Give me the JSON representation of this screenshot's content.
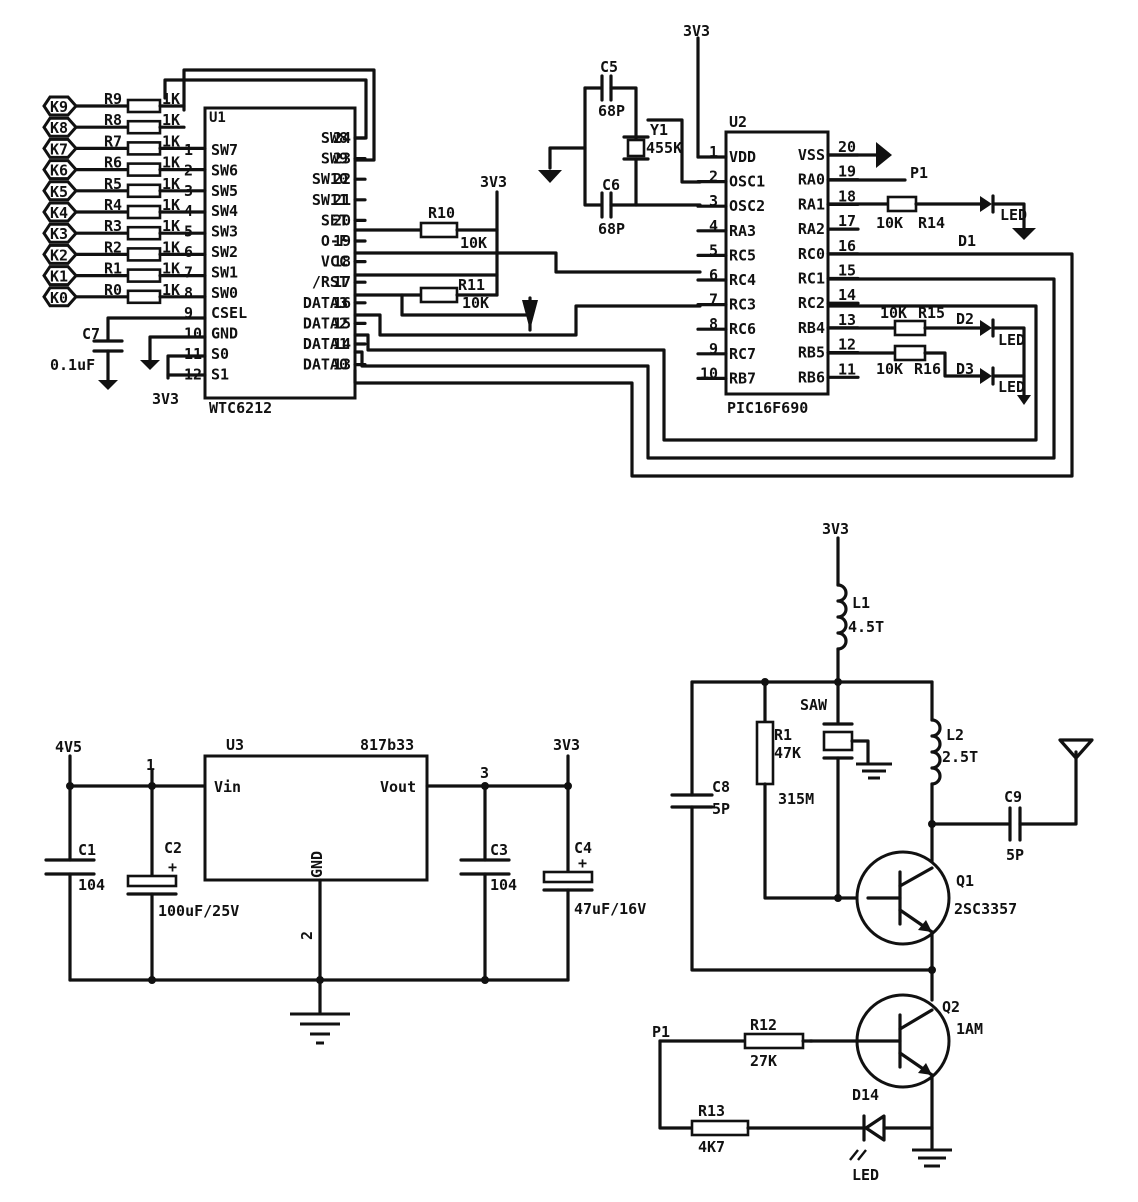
{
  "power": {
    "v33": "3V3",
    "v45": "4V5"
  },
  "keys": [
    "K9",
    "K8",
    "K7",
    "K6",
    "K5",
    "K4",
    "K3",
    "K2",
    "K1",
    "K0"
  ],
  "key_resistors": [
    "R9",
    "R8",
    "R7",
    "R6",
    "R5",
    "R4",
    "R3",
    "R2",
    "R1",
    "R0"
  ],
  "key_res_value": "1K",
  "u1": {
    "ref": "U1",
    "part": "WTC6212",
    "left_pins": [
      {
        "num": "1",
        "name": "SW7"
      },
      {
        "num": "2",
        "name": "SW6"
      },
      {
        "num": "3",
        "name": "SW5"
      },
      {
        "num": "4",
        "name": "SW4"
      },
      {
        "num": "5",
        "name": "SW3"
      },
      {
        "num": "6",
        "name": "SW2"
      },
      {
        "num": "7",
        "name": "SW1"
      },
      {
        "num": "8",
        "name": "SW0"
      },
      {
        "num": "9",
        "name": "CSEL"
      },
      {
        "num": "10",
        "name": "GND"
      },
      {
        "num": "11",
        "name": "S0"
      },
      {
        "num": "12",
        "name": "S1"
      }
    ],
    "right_pins": [
      {
        "num": "24",
        "name": "SW8"
      },
      {
        "num": "23",
        "name": "SW9"
      },
      {
        "num": "22",
        "name": "SW10"
      },
      {
        "num": "21",
        "name": "SW11"
      },
      {
        "num": "20",
        "name": "SET"
      },
      {
        "num": "19",
        "name": "O-F"
      },
      {
        "num": "18",
        "name": "VCC"
      },
      {
        "num": "17",
        "name": "/RST"
      },
      {
        "num": "16",
        "name": "DATA3"
      },
      {
        "num": "15",
        "name": "DATA2"
      },
      {
        "num": "14",
        "name": "DATA1"
      },
      {
        "num": "13",
        "name": "DATA0"
      }
    ]
  },
  "u2": {
    "ref": "U2",
    "part": "PIC16F690",
    "left_pins": [
      {
        "num": "1",
        "name": "VDD"
      },
      {
        "num": "2",
        "name": "OSC1"
      },
      {
        "num": "3",
        "name": "OSC2"
      },
      {
        "num": "4",
        "name": "RA3"
      },
      {
        "num": "5",
        "name": "RC5"
      },
      {
        "num": "6",
        "name": "RC4"
      },
      {
        "num": "7",
        "name": "RC3"
      },
      {
        "num": "8",
        "name": "RC6"
      },
      {
        "num": "9",
        "name": "RC7"
      },
      {
        "num": "10",
        "name": "RB7"
      }
    ],
    "right_pins": [
      {
        "num": "20",
        "name": "VSS"
      },
      {
        "num": "19",
        "name": "RA0"
      },
      {
        "num": "18",
        "name": "RA1"
      },
      {
        "num": "17",
        "name": "RA2"
      },
      {
        "num": "16",
        "name": "RC0"
      },
      {
        "num": "15",
        "name": "RC1"
      },
      {
        "num": "14",
        "name": "RC2"
      },
      {
        "num": "13",
        "name": "RB4"
      },
      {
        "num": "12",
        "name": "RB5"
      },
      {
        "num": "11",
        "name": "RB6"
      }
    ]
  },
  "parts": {
    "c5": "C5",
    "c5_val": "68P",
    "c6": "C6",
    "c6_val": "68P",
    "y1": "Y1",
    "y1_val": "455K",
    "c7": "C7",
    "c7_val": "0.1uF",
    "r10": "R10",
    "r10_val": "10K",
    "r11": "R11",
    "r11_val": "10K",
    "r14": "R14",
    "r14_val": "10K",
    "r15": "R15",
    "r15_val": "10K",
    "r16": "R16",
    "r16_val": "10K",
    "d1": "D1",
    "d2": "D2",
    "d3": "D3",
    "led": "LED",
    "p1": "P1",
    "u3": "U3",
    "u3_part": "817b33",
    "vin": "Vin",
    "vout": "Vout",
    "gnd": "GND",
    "u3_pin1": "1",
    "u3_pin2": "2",
    "u3_pin3": "3",
    "c1": "C1",
    "c1_val": "104",
    "c2": "C2",
    "c2_val": "100uF/25V",
    "c3": "C3",
    "c3_val": "104",
    "c4": "C4",
    "c4_val": "47uF/16V",
    "plus": "+",
    "l1": "L1",
    "l1_val": "4.5T",
    "saw": "SAW",
    "saw_val": "315M",
    "r1": "R1",
    "r1_val": "47K",
    "l2": "L2",
    "l2_val": "2.5T",
    "c8": "C8",
    "c8_val": "5P",
    "c9": "C9",
    "c9_val": "5P",
    "q1": "Q1",
    "q1_val": "2SC3357",
    "q2": "Q2",
    "q2_val": "1AM",
    "r12": "R12",
    "r12_val": "27K",
    "r13": "R13",
    "r13_val": "4K7",
    "d14": "D14"
  }
}
